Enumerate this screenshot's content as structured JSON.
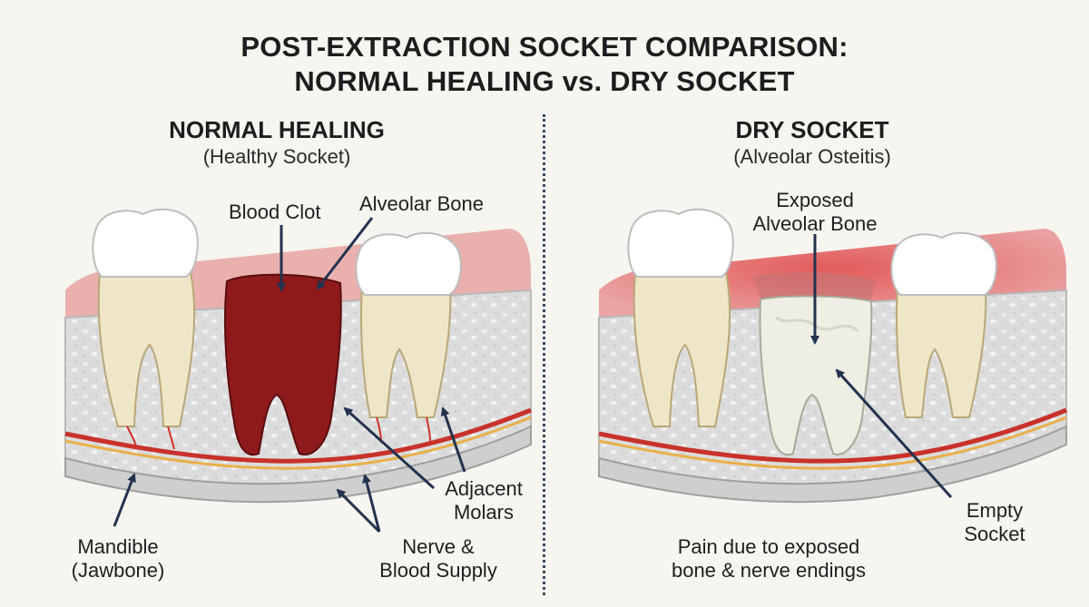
{
  "title": {
    "line1": "POST-EXTRACTION SOCKET COMPARISON:",
    "line2": "NORMAL HEALING vs. DRY SOCKET"
  },
  "left_panel": {
    "heading": "NORMAL HEALING",
    "subheading": "(Healthy Socket)",
    "labels": {
      "blood_clot": "Blood Clot",
      "alveolar_bone": "Alveolar Bone",
      "adjacent_molars_line1": "Adjacent",
      "adjacent_molars_line2": "Molars",
      "mandible_line1": "Mandible",
      "mandible_line2": "(Jawbone)",
      "nerve_line1": "Nerve &",
      "nerve_line2": "Blood Supply"
    }
  },
  "right_panel": {
    "heading": "DRY SOCKET",
    "subheading": "(Alveolar Osteitis)",
    "labels": {
      "exposed_bone_line1": "Exposed",
      "exposed_bone_line2": "Alveolar Bone",
      "empty_socket_line1": "Empty",
      "empty_socket_line2": "Socket",
      "pain_line1": "Pain due to exposed",
      "pain_line2": "bone & nerve endings"
    }
  },
  "colors": {
    "background": "#f7f5f0",
    "gum": "#e7a6a6",
    "gum_inflamed": "#e06a6a",
    "bone": "#dcdcdc",
    "tooth_root": "#efe6c8",
    "crown": "#ffffff",
    "blood_clot": "#8e1a1c",
    "nerve_red": "#c8322a",
    "nerve_yellow": "#e8b04a",
    "arrow": "#23324e",
    "exposed_bone": "#eeeee4"
  }
}
